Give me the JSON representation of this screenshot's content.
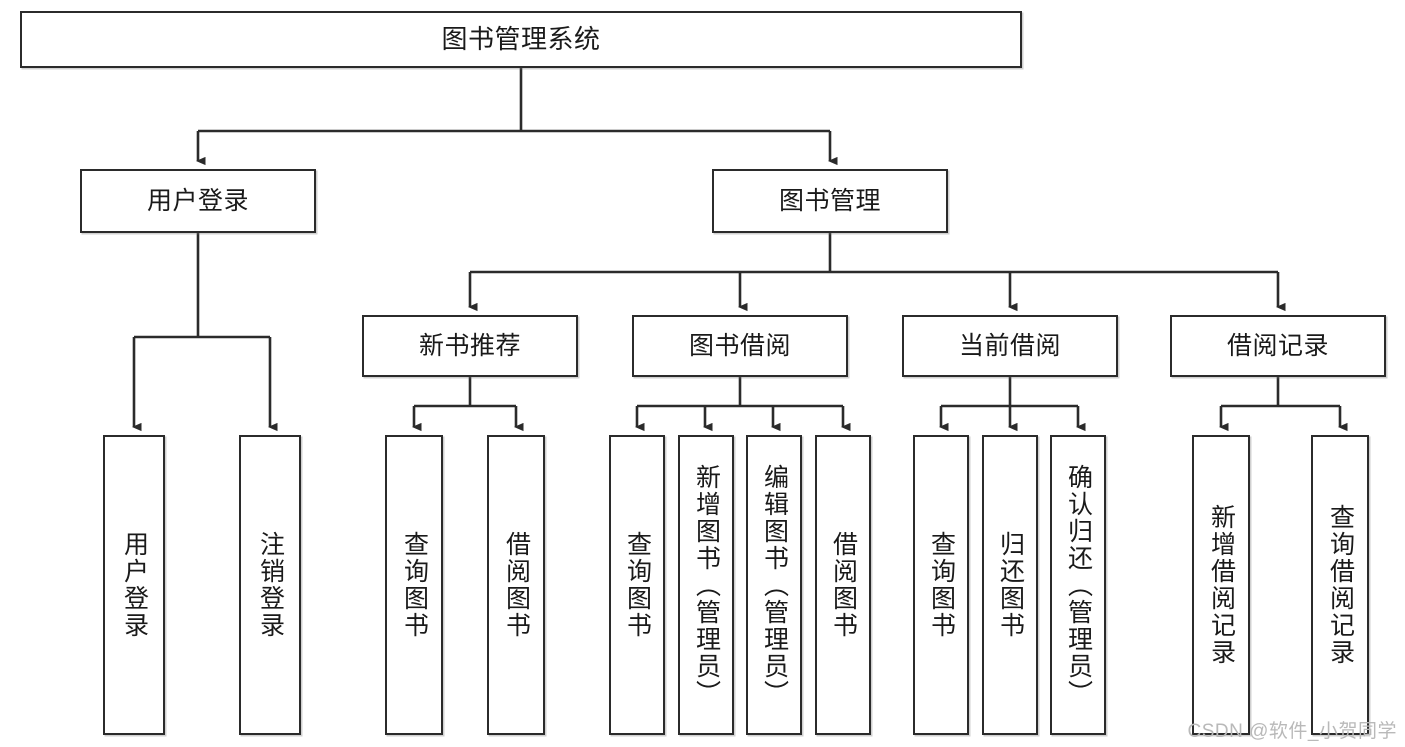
{
  "diagram": {
    "title_text": "图书管理系统",
    "type": "tree",
    "line_color": "#2b2b2b",
    "box_fill": "#ffffff",
    "text_color": "#1a1a1a",
    "watermark": "CSDN @软件_小贺同学"
  },
  "nodes": {
    "root": {
      "label": "图书管理系统"
    },
    "level2": [
      {
        "label": "用户登录"
      },
      {
        "label": "图书管理"
      }
    ],
    "level3": [
      {
        "label": "新书推荐"
      },
      {
        "label": "图书借阅"
      },
      {
        "label": "当前借阅"
      },
      {
        "label": "借阅记录"
      }
    ],
    "leaves": {
      "user_login": [
        {
          "label": "用户登录"
        },
        {
          "label": "注销登录"
        }
      ],
      "new_book_recommend": [
        {
          "label": "查询图书"
        },
        {
          "label": "借阅图书"
        }
      ],
      "book_borrow": [
        {
          "label": "查询图书"
        },
        {
          "label": "新增图书（管理员）"
        },
        {
          "label": "编辑图书（管理员）"
        },
        {
          "label": "借阅图书"
        }
      ],
      "current_borrow": [
        {
          "label": "查询图书"
        },
        {
          "label": "归还图书"
        },
        {
          "label": "确认归还（管理员）"
        }
      ],
      "borrow_record": [
        {
          "label": "新增借阅记录"
        },
        {
          "label": "查询借阅记录"
        }
      ]
    }
  }
}
